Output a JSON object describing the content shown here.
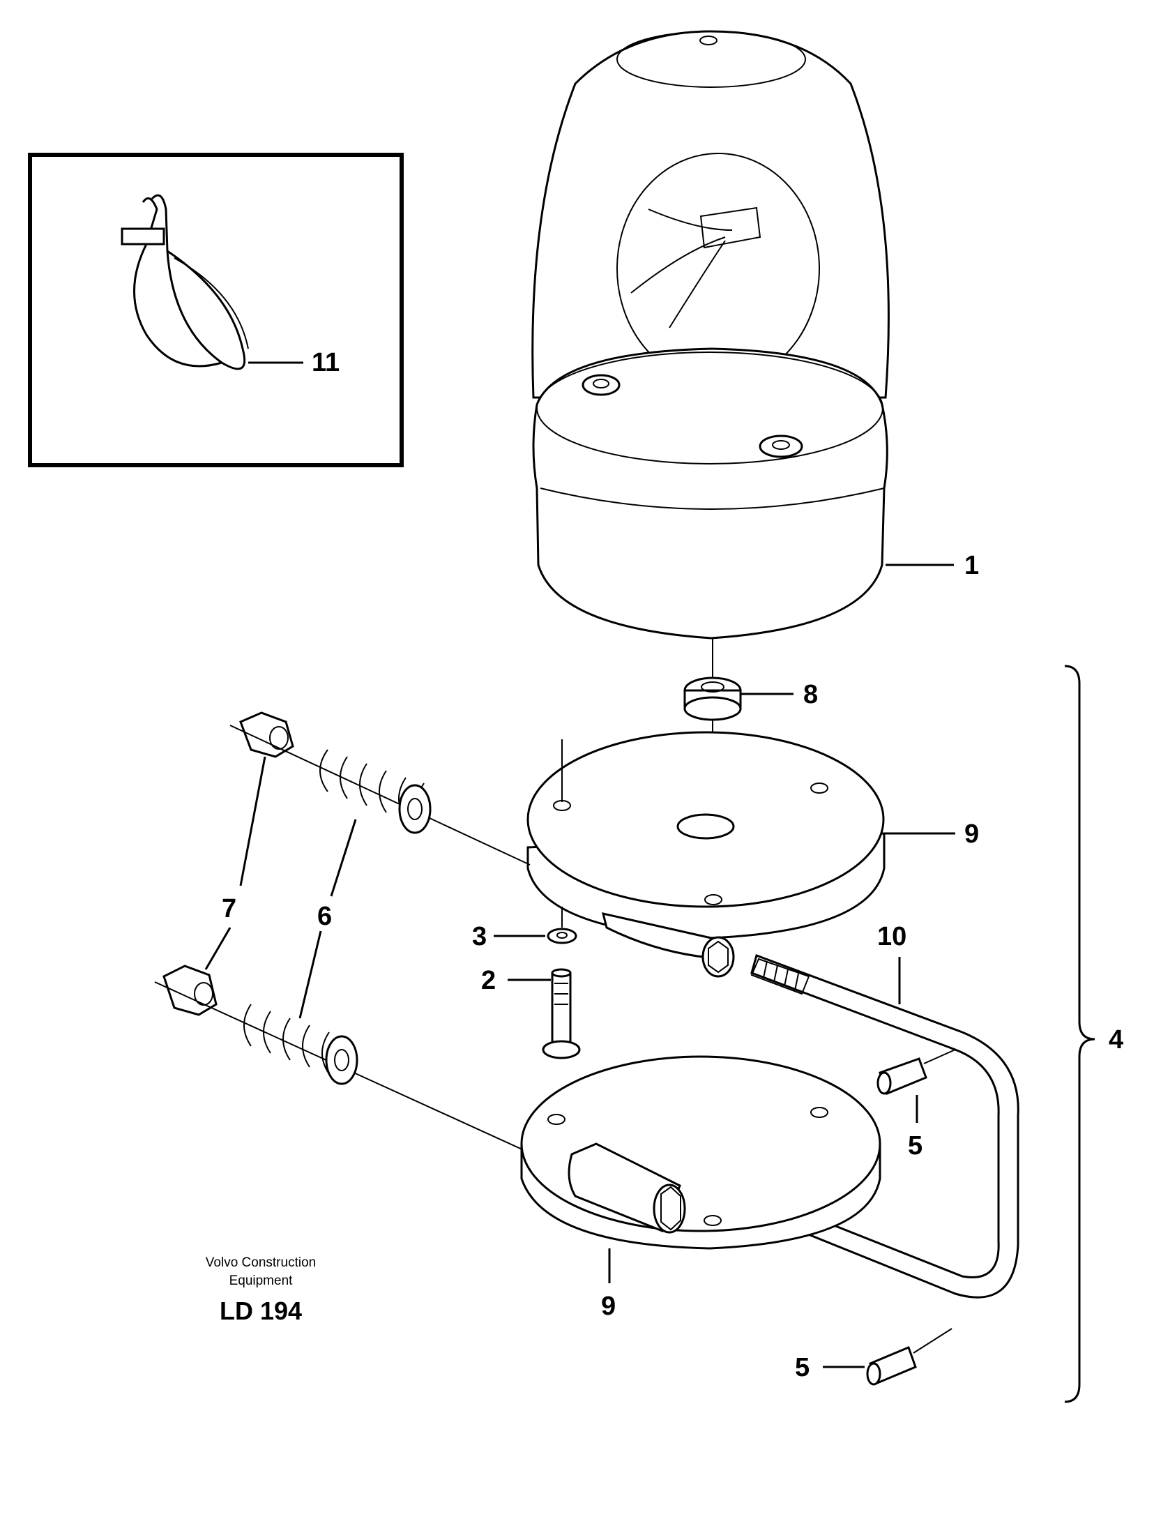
{
  "callouts": {
    "c1": "1",
    "c2": "2",
    "c3": "3",
    "c4": "4",
    "c5a": "5",
    "c5b": "5",
    "c6": "6",
    "c7": "7",
    "c8": "8",
    "c9a": "9",
    "c9b": "9",
    "c10": "10",
    "c11": "11"
  },
  "brand": {
    "line1": "Volvo Construction",
    "line2": "Equipment",
    "code": "LD 194"
  },
  "parts_icons": [
    "rotating-beacon-icon",
    "bolt-icon",
    "washer-icon",
    "pin-icon",
    "spring-icon",
    "nut-icon",
    "grommet-icon",
    "mounting-plate-icon",
    "u-bolt-icon",
    "cable-tie-icon"
  ]
}
